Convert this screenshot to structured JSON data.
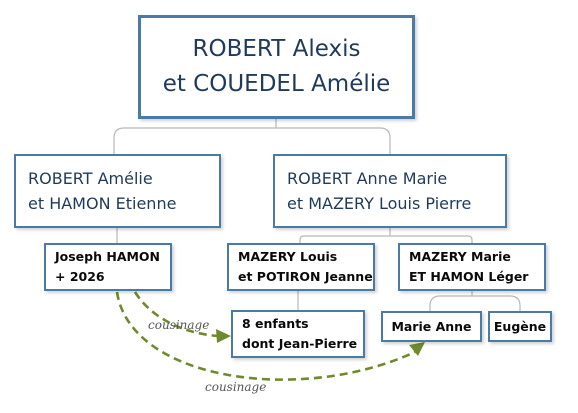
{
  "root": {
    "line1": "ROBERT Alexis",
    "line2": "et COUEDEL Amélie"
  },
  "children": [
    {
      "line1": "ROBERT Amélie",
      "line2": "et HAMON Etienne"
    },
    {
      "line1": "ROBERT Anne Marie",
      "line2": "et MAZERY Louis Pierre"
    }
  ],
  "grandchildren": [
    {
      "line1": "Joseph HAMON",
      "line2": "+ 2026"
    },
    {
      "line1": "MAZERY Louis",
      "line2": "et POTIRON Jeanne"
    },
    {
      "line1": "MAZERY Marie",
      "line2": "ET HAMON Léger"
    }
  ],
  "great_grandchildren": [
    {
      "line1": "8 enfants",
      "line2": "dont Jean-Pierre"
    },
    {
      "line1": "Marie Anne"
    },
    {
      "line1": "Eugène"
    }
  ],
  "links": [
    {
      "label": "cousinage"
    },
    {
      "label": "cousinage"
    }
  ],
  "colors": {
    "box_border": "#4a7aa6",
    "text_primary": "#1f3a5a",
    "connector": "#b8b8b8",
    "cousinage_arrow": "#6f8a2e"
  }
}
